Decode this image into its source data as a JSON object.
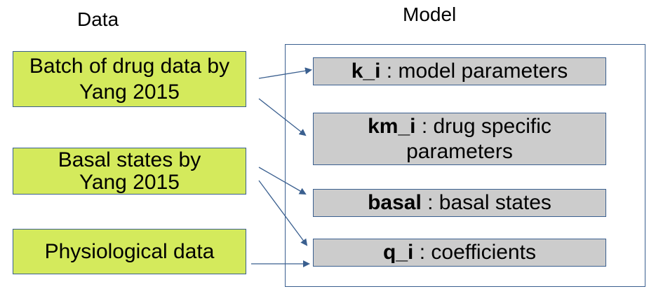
{
  "headings": {
    "data": "Data",
    "model": "Model"
  },
  "sources": {
    "batch": "Batch of drug data by Yang 2015",
    "basal": "Basal states by Yang 2015",
    "physiological": "Physiological data"
  },
  "model_params": {
    "k_i": {
      "key": "k_i",
      "desc": " : model parameters"
    },
    "km_i": {
      "key": "km_i",
      "desc": " : drug specific parameters"
    },
    "basal": {
      "key": "basal",
      "desc": " : basal states"
    },
    "q_i": {
      "key": "q_i",
      "desc": " : coefficients"
    }
  },
  "colors": {
    "source_fill": "#d4ea5c",
    "param_fill": "#cccccc",
    "outline": "#3a5f8f",
    "arrow": "#3a5f8f"
  }
}
